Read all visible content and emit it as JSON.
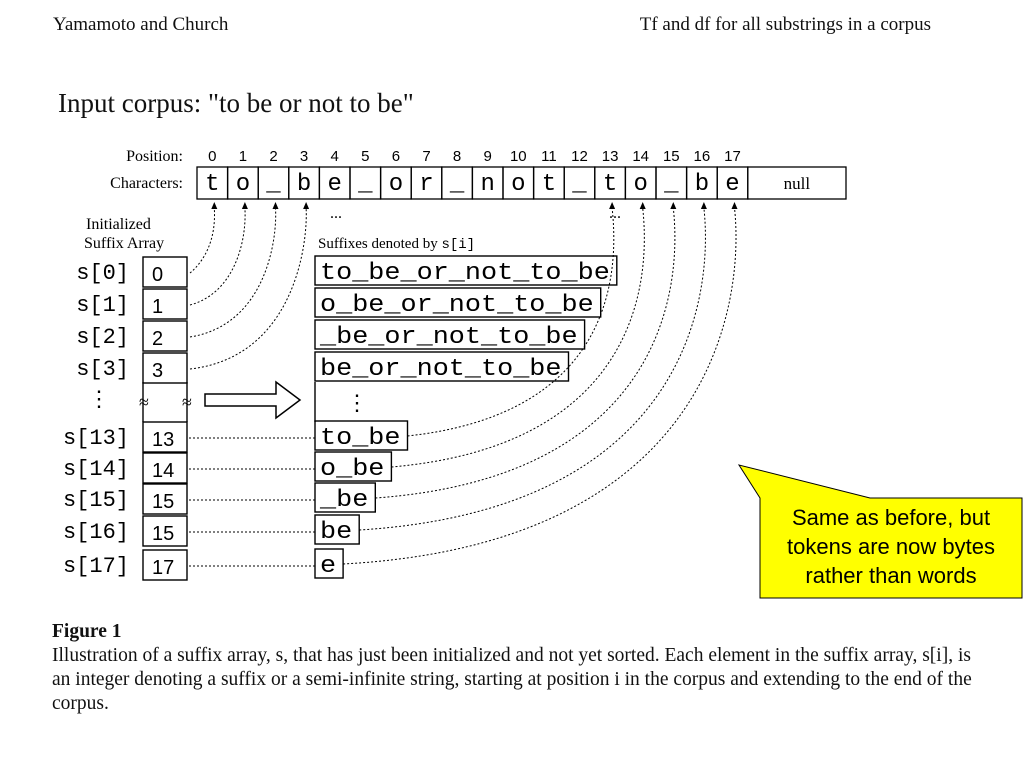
{
  "header": {
    "left": "Yamamoto and Church",
    "right": "Tf and df for all substrings in a corpus"
  },
  "figure": {
    "title": "Input corpus: \"to be or not to be\"",
    "position_label": "Position:",
    "characters_label": "Characters:",
    "positions": [
      "0",
      "1",
      "2",
      "3",
      "4",
      "5",
      "6",
      "7",
      "8",
      "9",
      "10",
      "11",
      "12",
      "13",
      "14",
      "15",
      "16",
      "17"
    ],
    "characters": [
      "t",
      "o",
      "_",
      "b",
      "e",
      "_",
      "o",
      "r",
      "_",
      "n",
      "o",
      "t",
      "_",
      "t",
      "o",
      "_",
      "b",
      "e"
    ],
    "null_label": "null",
    "ellipsis": "...",
    "suffix_array_label_1": "Initialized",
    "suffix_array_label_2": "Suffix Array",
    "suffixes_label": "Suffixes denoted by",
    "suffixes_label_code": "s[i]",
    "vdots": "⋮",
    "approx": "≈",
    "rows": [
      {
        "label": "s[0]",
        "value": "0",
        "suffix": "to_be_or_not_to_be"
      },
      {
        "label": "s[1]",
        "value": "1",
        "suffix": "o_be_or_not_to_be"
      },
      {
        "label": "s[2]",
        "value": "2",
        "suffix": "_be_or_not_to_be"
      },
      {
        "label": "s[3]",
        "value": "3",
        "suffix": "be_or_not_to_be"
      },
      {
        "label": "s[13]",
        "value": "13",
        "suffix": "to_be"
      },
      {
        "label": "s[14]",
        "value": "14",
        "suffix": "o_be"
      },
      {
        "label": "s[15]",
        "value": "15",
        "suffix": "_be"
      },
      {
        "label": "s[16]",
        "value": "15",
        "suffix": "be"
      },
      {
        "label": "s[17]",
        "value": "17",
        "suffix": "e"
      }
    ]
  },
  "callout": {
    "text": "Same as before, but tokens are now bytes rather than words",
    "bg_color": "#ffff00"
  },
  "caption": {
    "title": "Figure 1",
    "body": "Illustration of a suffix array, s, that has just been initialized and not yet sorted. Each element in the suffix array, s[i], is an integer denoting a suffix or a semi-infinite string, starting at position i in the corpus and extending to the end of the corpus."
  }
}
